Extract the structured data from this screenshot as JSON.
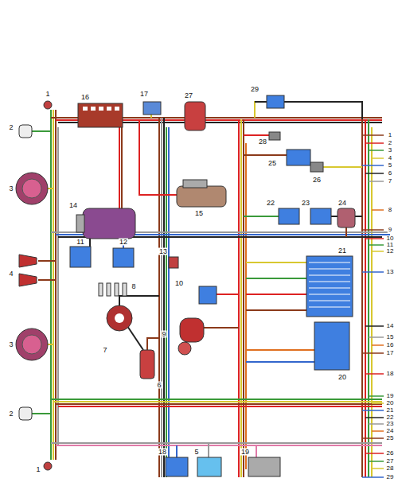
{
  "diagram": {
    "labels": [
      "1",
      "16",
      "17",
      "27",
      "29",
      "2",
      "28",
      "25",
      "26",
      "3",
      "15",
      "22",
      "23",
      "24",
      "14",
      "11",
      "12",
      "13",
      "21",
      "4",
      "8",
      "10",
      "9",
      "20",
      "3",
      "7",
      "6",
      "2",
      "18",
      "5",
      "19",
      "1",
      "1",
      "2",
      "3",
      "4",
      "5",
      "6",
      "7",
      "8",
      "9",
      "10",
      "11",
      "12",
      "13",
      "14",
      "15",
      "16",
      "17",
      "18",
      "19",
      "20",
      "21",
      "22",
      "23",
      "24",
      "25",
      "26",
      "27",
      "28",
      "29"
    ]
  }
}
